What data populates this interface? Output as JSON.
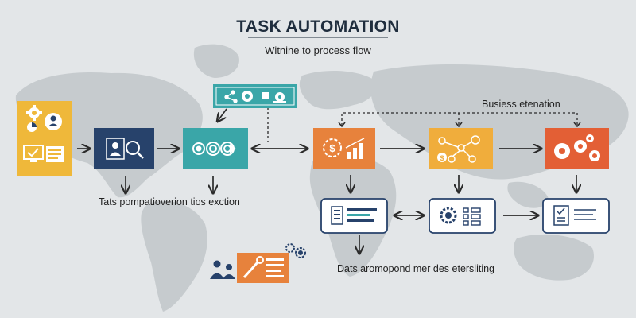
{
  "header": {
    "title": "TASK AUTOMATION",
    "subtitle": "Witnine to process flow"
  },
  "labels": {
    "business": "Busiess etenation",
    "left_caption": "Tats pompatioverion tios exction",
    "bottom_caption": "Dats aromopond mer des etersliting"
  },
  "colors": {
    "background": "#e3e6e8",
    "map": "#c5cacd",
    "yellow": "#efb83a",
    "navy": "#27426b",
    "teal": "#3aa6a8",
    "orange": "#e7823c",
    "amber": "#f0ad3c",
    "red_orange": "#e35f35",
    "outline_card_border": "#27426b",
    "arrow": "#2b2b2b"
  },
  "nodes": [
    {
      "id": "input-dashboard",
      "color": "yellow",
      "icons": [
        "gear-icon",
        "pie-chart-icon",
        "user-icon",
        "monitor-check-icon",
        "document-icon"
      ]
    },
    {
      "id": "user-search",
      "color": "navy",
      "icons": [
        "user-search-icon"
      ]
    },
    {
      "id": "process-gears",
      "color": "teal",
      "icons": [
        "gear-chain-icon"
      ]
    },
    {
      "id": "process-callout",
      "color": "teal",
      "icons": [
        "network-icon",
        "gear-icon",
        "robot-icon"
      ]
    },
    {
      "id": "finance-analytics",
      "color": "orange",
      "icons": [
        "money-gear-icon",
        "bar-chart-icon"
      ]
    },
    {
      "id": "network-dollar",
      "color": "amber",
      "icons": [
        "network-icon",
        "dollar-icon"
      ]
    },
    {
      "id": "gear-cluster",
      "color": "red_orange",
      "icons": [
        "gears-icon"
      ]
    },
    {
      "id": "form-card",
      "color": "outline",
      "icons": [
        "form-list-icon"
      ]
    },
    {
      "id": "settings-card",
      "color": "outline",
      "icons": [
        "gear-icon",
        "toggle-grid-icon"
      ]
    },
    {
      "id": "checklist-card",
      "color": "outline",
      "icons": [
        "checklist-icon"
      ]
    },
    {
      "id": "tools-card",
      "color": "orange",
      "icons": [
        "people-icon",
        "wrench-icon",
        "document-icon",
        "gears-icon"
      ]
    }
  ]
}
